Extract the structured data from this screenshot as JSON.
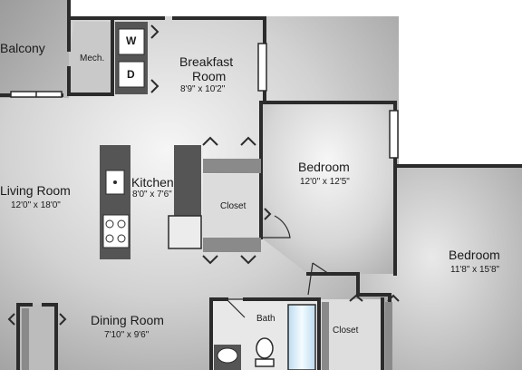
{
  "rooms": {
    "balcony": {
      "name": "Balcony"
    },
    "mech": {
      "name": "Mech."
    },
    "breakfast": {
      "name_line1": "Breakfast",
      "name_line2": "Room",
      "dims": "8'9\" x 10'2\""
    },
    "living": {
      "name": "Living Room",
      "dims": "12'0\" x 18'0\""
    },
    "kitchen": {
      "name": "Kitchen",
      "dims": "8'0\" x 7'6\""
    },
    "bedroom1": {
      "name": "Bedroom",
      "dims": "12'0\" x 12'5\""
    },
    "bedroom2": {
      "name": "Bedroom",
      "dims": "11'8\" x 15'8\""
    },
    "closet1": {
      "name": "Closet"
    },
    "dining": {
      "name": "Dining Room",
      "dims": "7'10\" x 9'6\""
    },
    "bath": {
      "name": "Bath"
    },
    "closet2": {
      "name": "Closet"
    }
  },
  "appliances": {
    "washer": "W",
    "dryer": "D"
  },
  "colors": {
    "wall": "#2b2b2b",
    "floor_light": "#f1f1f1",
    "floor_dark": "#a9a9a9",
    "counter": "#555555"
  }
}
